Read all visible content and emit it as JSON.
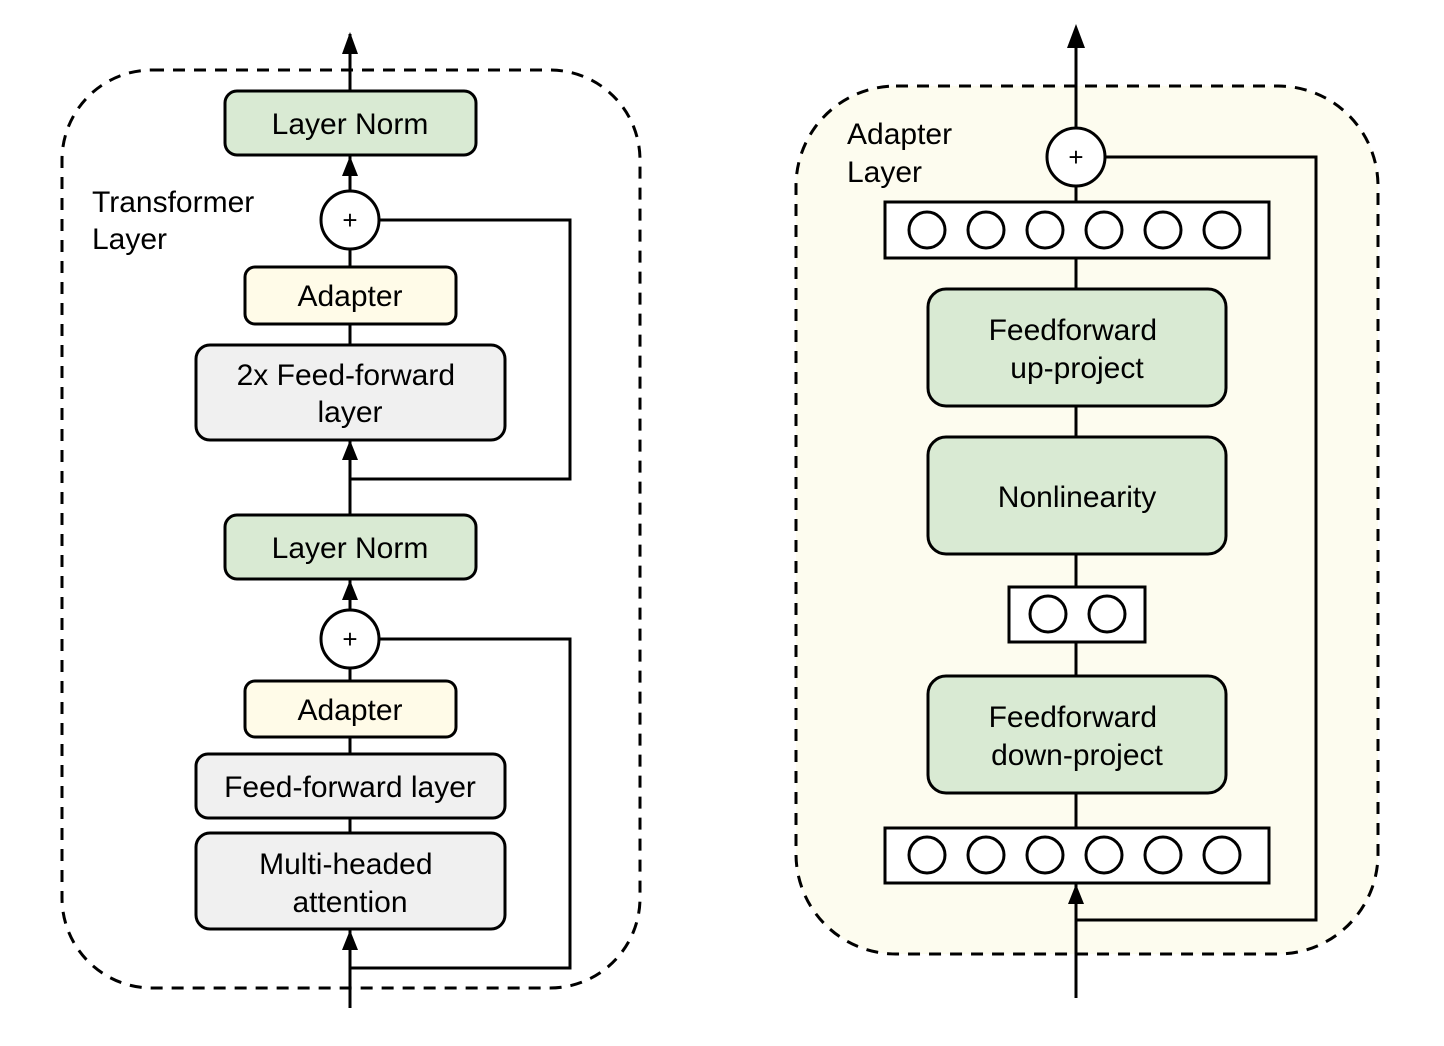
{
  "colors": {
    "norm_fill": "#d9ead3",
    "adapter_fill": "#fffbe8",
    "ff_fill": "#f0f0f0",
    "adapter_bg": "#fdfcef",
    "stroke": "#000000"
  },
  "left": {
    "group_label": [
      "Transformer",
      "Layer"
    ],
    "top_norm": "Layer Norm",
    "top_adapter": "Adapter",
    "ff2": [
      "2x Feed-forward",
      "layer"
    ],
    "mid_norm": "Layer Norm",
    "bottom_adapter": "Adapter",
    "ff": "Feed-forward layer",
    "mha": [
      "Multi-headed",
      "attention"
    ],
    "plus": "+"
  },
  "right": {
    "group_label": [
      "Adapter",
      "Layer"
    ],
    "up_project": [
      "Feedforward",
      "up-project"
    ],
    "nonlinearity": "Nonlinearity",
    "down_project": [
      "Feedforward",
      "down-project"
    ],
    "plus": "+",
    "top_units": 6,
    "bottleneck_units": 2,
    "bottom_units": 6
  }
}
